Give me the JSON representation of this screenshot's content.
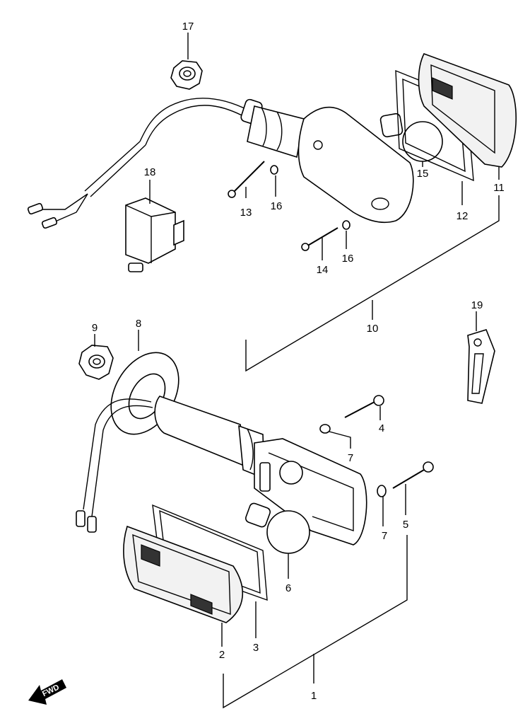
{
  "callouts": {
    "p1": "1",
    "p2": "2",
    "p3": "3",
    "p4": "4",
    "p5": "5",
    "p6": "6",
    "p7a": "7",
    "p7b": "7",
    "p8": "8",
    "p9": "9",
    "p10": "10",
    "p11": "11",
    "p12": "12",
    "p13": "13",
    "p14": "14",
    "p15": "15",
    "p16a": "16",
    "p16b": "16",
    "p17": "17",
    "p18": "18",
    "p19": "19"
  },
  "fwd": {
    "label": "FWD"
  }
}
